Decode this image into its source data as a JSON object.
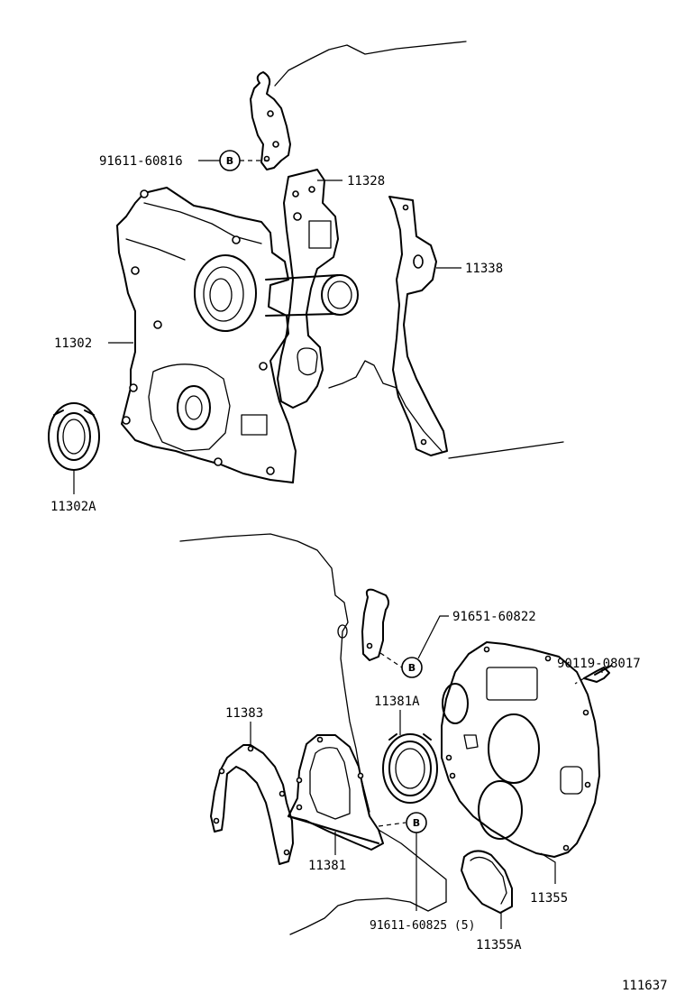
{
  "diagram": {
    "labels": {
      "bolt_top": "91611-60816",
      "gasket_11328": "11328",
      "gasket_11338": "11338",
      "cover_11302": "11302",
      "seal_11302a": "11302A",
      "bolt_91651": "91651-60822",
      "bolt_90119": "90119-08017",
      "gasket_11383": "11383",
      "seal_11381a": "11381A",
      "retainer_11381": "11381",
      "plate_11355": "11355",
      "bolt_bottom": "91611-60825 (5)",
      "cover_11355a": "11355A",
      "diagram_id": "111637"
    },
    "markers": {
      "marker_top": "B",
      "marker_mid": "B",
      "marker_bottom": "B"
    }
  }
}
